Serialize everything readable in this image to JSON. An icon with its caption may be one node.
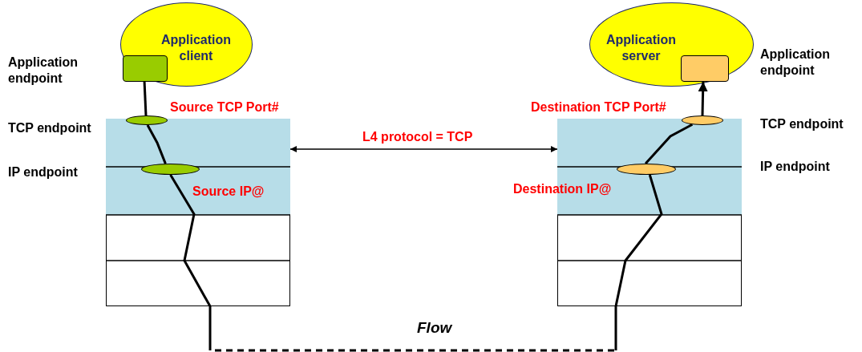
{
  "diagram": {
    "nodes": [
      {
        "text": [
          "Application client"
        ]
      },
      {
        "text": [],
        "shape": "box",
        "in": 0
      },
      {
        "text": [
          "Application server"
        ]
      },
      {
        "text": [],
        "shape": "box",
        "in": 2
      },
      {
        "text": [],
        "shape": "box"
      },
      {
        "text": [],
        "shape": "ellipse",
        "beside": [
          "Source TCP Port#"
        ]
      },
      {
        "text": [],
        "shape": "ellipse",
        "in": 4,
        "beside": [
          "Source IP@"
        ]
      },
      {
        "text": [],
        "shape": "box"
      },
      {
        "text": [],
        "shape": "ellipse",
        "beside": [
          "Destination TCP Port#"
        ]
      },
      {
        "text": [],
        "shape": "ellipse",
        "in": 7,
        "beside": [
          "Destination IP@"
        ]
      }
    ],
    "edges": [
      {
        "from": 1,
        "to": 5,
        "arrow": "none"
      },
      {
        "from": 5,
        "to": 6,
        "arrow": "none"
      },
      {
        "from": 6,
        "to": 9,
        "arrow": "none",
        "style": "dashed",
        "label": "Flow"
      },
      {
        "from": 9,
        "to": 8,
        "arrow": "none"
      },
      {
        "from": 8,
        "to": 3,
        "arrow": "to"
      },
      {
        "from": 4,
        "to": 7,
        "arrow": "both",
        "label": "L4 protocol = TCP"
      }
    ],
    "labels": [
      "Application endpoint",
      "TCP endpoint",
      "IP endpoint",
      "Application endpoint",
      "TCP endpoint",
      "IP endpoint"
    ]
  }
}
